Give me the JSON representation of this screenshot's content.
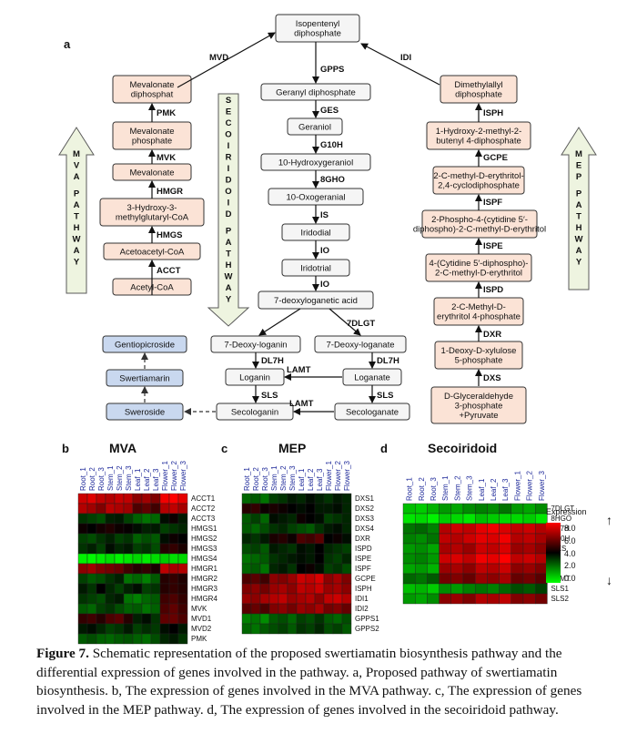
{
  "panel_labels": {
    "a": "a",
    "b": "b",
    "c": "c",
    "d": "d"
  },
  "diagram": {
    "mvd_label": "MVD",
    "idi_label": "IDI",
    "lamt_top": "LAMT",
    "sls_mid": "SLS",
    "lamt_bottom": "LAMT",
    "pathways": {
      "mva": "MVA PATHWAY",
      "secoiridoid": "SECOIRIDOID PATHWAY",
      "mep": "MEP PATHWAY"
    }
  },
  "heatmaps": {
    "b": {
      "title": "MVA",
      "columns": [
        "Root_1",
        "Root_2",
        "Root_3",
        "Stem_1",
        "Stem_2",
        "Stem_3",
        "Leaf_1",
        "Leaf_2",
        "Leaf_3",
        "Flower_1",
        "Flower_2",
        "Flower_3"
      ],
      "rows": [
        "ACCT1",
        "ACCT2",
        "ACCT3",
        "HMGS1",
        "HMGS2",
        "HMGS3",
        "HMGS4",
        "HMGR1",
        "HMGR2",
        "HMGR3",
        "HMGR4",
        "MVK",
        "MVD1",
        "MVD2",
        "PMK"
      ],
      "values": [
        [
          7.2,
          7.5,
          7.0,
          6.8,
          7.1,
          7.0,
          6.2,
          6.5,
          6.0,
          7.8,
          8.0,
          7.6
        ],
        [
          6.8,
          6.5,
          6.0,
          6.9,
          6.7,
          6.5,
          5.2,
          5.5,
          5.0,
          6.8,
          7.0,
          6.6
        ],
        [
          3.2,
          3.0,
          2.8,
          3.5,
          3.6,
          3.0,
          2.5,
          2.2,
          2.4,
          3.8,
          4.2,
          3.6
        ],
        [
          4.2,
          4.0,
          4.3,
          4.5,
          4.2,
          4.1,
          3.8,
          3.5,
          3.6,
          3.0,
          3.2,
          3.4
        ],
        [
          3.0,
          2.8,
          3.2,
          3.5,
          3.0,
          3.2,
          2.5,
          2.8,
          2.6,
          3.8,
          4.2,
          4.0
        ],
        [
          3.2,
          3.5,
          3.0,
          3.8,
          3.4,
          3.6,
          3.0,
          3.2,
          2.8,
          4.6,
          4.8,
          4.4
        ],
        [
          0.2,
          0.1,
          0.3,
          0.5,
          0.2,
          0.4,
          0.6,
          0.3,
          0.5,
          0.8,
          0.5,
          0.6
        ],
        [
          6.2,
          6.5,
          6.0,
          5.8,
          5.6,
          5.0,
          4.6,
          4.8,
          4.4,
          7.0,
          6.6,
          6.8
        ],
        [
          3.0,
          2.6,
          2.8,
          3.2,
          3.5,
          2.2,
          2.4,
          2.0,
          2.6,
          4.6,
          4.8,
          4.5
        ],
        [
          3.6,
          3.2,
          4.0,
          3.4,
          3.0,
          3.5,
          3.8,
          3.0,
          3.2,
          4.6,
          4.8,
          4.6
        ],
        [
          3.2,
          3.0,
          2.8,
          3.4,
          3.6,
          2.2,
          2.0,
          2.4,
          2.6,
          5.0,
          5.2,
          4.8
        ],
        [
          2.6,
          2.4,
          3.0,
          3.2,
          2.8,
          2.5,
          2.6,
          2.2,
          2.5,
          5.2,
          5.5,
          5.0
        ],
        [
          4.8,
          5.0,
          4.6,
          5.2,
          5.4,
          4.6,
          3.5,
          3.8,
          3.2,
          5.5,
          5.6,
          5.2
        ],
        [
          3.6,
          3.8,
          3.4,
          3.0,
          3.2,
          3.6,
          3.0,
          3.3,
          3.1,
          3.8,
          4.0,
          3.6
        ],
        [
          2.6,
          2.8,
          2.5,
          2.4,
          2.6,
          2.7,
          2.5,
          2.3,
          2.8,
          3.4,
          3.6,
          3.2
        ]
      ]
    },
    "c": {
      "title": "MEP",
      "columns": [
        "Root_1",
        "Root_2",
        "Root_3",
        "Stem_1",
        "Stem_2",
        "Stem_3",
        "Leaf_1",
        "Leaf_2",
        "Leaf_3",
        "Flower_1",
        "Flower_2",
        "Flower_3"
      ],
      "rows": [
        "DXS1",
        "DXS2",
        "DXS3",
        "DXS4",
        "DXR",
        "ISPD",
        "ISPE",
        "ISPF",
        "GCPE",
        "ISPH",
        "IDI1",
        "IDI2",
        "GPPS1",
        "GPPS2"
      ],
      "values": [
        [
          2.4,
          2.6,
          2.2,
          3.0,
          3.2,
          3.6,
          3.4,
          3.8,
          3.5,
          3.2,
          3.6,
          3.4
        ],
        [
          4.6,
          4.8,
          4.2,
          4.4,
          4.2,
          4.0,
          3.8,
          4.0,
          3.6,
          3.6,
          3.8,
          3.4
        ],
        [
          2.6,
          3.0,
          2.4,
          3.8,
          3.6,
          3.4,
          4.2,
          4.0,
          3.8,
          3.0,
          3.2,
          3.4
        ],
        [
          2.6,
          2.4,
          2.8,
          3.2,
          3.4,
          3.0,
          2.8,
          2.6,
          3.2,
          3.6,
          3.8,
          3.4
        ],
        [
          3.4,
          3.2,
          3.6,
          4.4,
          4.6,
          4.2,
          5.2,
          5.0,
          5.4,
          4.0,
          4.2,
          3.8
        ],
        [
          2.8,
          3.0,
          2.6,
          3.6,
          3.4,
          3.2,
          3.8,
          3.6,
          4.0,
          3.4,
          3.2,
          3.0
        ],
        [
          2.2,
          2.4,
          2.6,
          3.2,
          3.4,
          3.6,
          3.8,
          3.6,
          4.0,
          3.2,
          3.0,
          3.4
        ],
        [
          2.4,
          2.6,
          2.2,
          3.4,
          3.6,
          3.2,
          4.0,
          4.2,
          3.8,
          3.0,
          3.2,
          2.8
        ],
        [
          5.2,
          5.4,
          5.0,
          6.2,
          6.0,
          6.4,
          7.2,
          7.0,
          7.4,
          6.2,
          6.6,
          6.0
        ],
        [
          6.0,
          6.2,
          5.8,
          6.4,
          6.6,
          6.2,
          7.0,
          6.8,
          7.2,
          6.4,
          6.6,
          6.2
        ],
        [
          6.4,
          6.2,
          6.6,
          6.8,
          7.0,
          6.4,
          6.6,
          6.8,
          6.2,
          7.0,
          7.2,
          6.8
        ],
        [
          5.4,
          5.6,
          5.2,
          6.0,
          6.2,
          5.8,
          6.4,
          6.2,
          6.6,
          5.8,
          6.0,
          5.6
        ],
        [
          2.0,
          2.2,
          1.8,
          2.6,
          2.8,
          2.4,
          3.0,
          2.8,
          3.2,
          2.6,
          2.4,
          2.8
        ],
        [
          2.4,
          2.2,
          2.6,
          2.8,
          3.0,
          2.6,
          3.2,
          3.0,
          3.4,
          2.8,
          3.0,
          2.6
        ]
      ]
    },
    "d": {
      "title": "Secoiridoid",
      "columns": [
        "Root_1",
        "Root_2",
        "Root_3",
        "Stem_1",
        "Stem_2",
        "Stem_3",
        "Leaf_1",
        "Leaf_2",
        "Leaf_3",
        "Flower_1",
        "Flower_2",
        "Flower_3"
      ],
      "rows": [
        "7DLGT",
        "8HGO",
        "DL7H",
        "G10H",
        "GES",
        "IO",
        "IS",
        "LAMT",
        "SLS1",
        "SLS2"
      ],
      "values": [
        [
          1.0,
          0.8,
          1.2,
          1.6,
          1.4,
          1.8,
          2.0,
          1.8,
          2.2,
          1.6,
          1.4,
          1.8
        ],
        [
          0.4,
          0.6,
          0.2,
          0.8,
          0.6,
          0.4,
          1.0,
          0.8,
          0.6,
          0.6,
          0.8,
          0.4
        ],
        [
          2.2,
          2.4,
          2.0,
          6.8,
          7.2,
          7.0,
          7.6,
          7.8,
          7.4,
          7.0,
          7.2,
          6.8
        ],
        [
          2.0,
          1.8,
          2.2,
          7.0,
          6.8,
          7.2,
          7.6,
          7.4,
          7.8,
          6.8,
          7.0,
          6.6
        ],
        [
          1.6,
          1.8,
          1.4,
          6.6,
          6.8,
          6.4,
          7.2,
          7.0,
          7.4,
          6.4,
          6.6,
          6.2
        ],
        [
          1.8,
          2.0,
          1.6,
          7.2,
          7.4,
          7.0,
          7.8,
          7.6,
          8.0,
          7.0,
          7.2,
          6.8
        ],
        [
          1.4,
          1.6,
          1.2,
          6.4,
          6.6,
          6.2,
          7.0,
          6.8,
          7.2,
          6.2,
          6.4,
          6.0
        ],
        [
          2.4,
          2.2,
          2.6,
          5.8,
          6.0,
          5.6,
          6.4,
          6.2,
          6.6,
          5.6,
          5.8,
          5.4
        ],
        [
          1.0,
          1.2,
          0.8,
          1.8,
          1.6,
          2.0,
          2.2,
          2.0,
          2.4,
          2.8,
          2.6,
          3.0
        ],
        [
          1.6,
          1.4,
          1.8,
          6.2,
          6.4,
          6.0,
          6.8,
          6.6,
          7.0,
          6.0,
          6.2,
          5.8
        ]
      ]
    }
  },
  "legend": {
    "title": "Expression",
    "ticks": [
      "8.0",
      "6.0",
      "4.0",
      "2.0",
      "0.0"
    ],
    "up_arrow": "↑",
    "down_arrow": "↓",
    "colors": [
      "#ff0000",
      "#000000",
      "#00ff00"
    ]
  },
  "caption": {
    "label": "Figure 7.",
    "text": " Schematic representation of the proposed swertiamatin biosynthesis pathway and the differential expression of genes involved in the pathway. a, Proposed pathway of swertiamatin biosynthesis. b, The expression of genes involved in the MVA pathway. c, The expression of genes involved in the MEP pathway. d, The expression of genes involved in the secoiridoid pathway."
  }
}
